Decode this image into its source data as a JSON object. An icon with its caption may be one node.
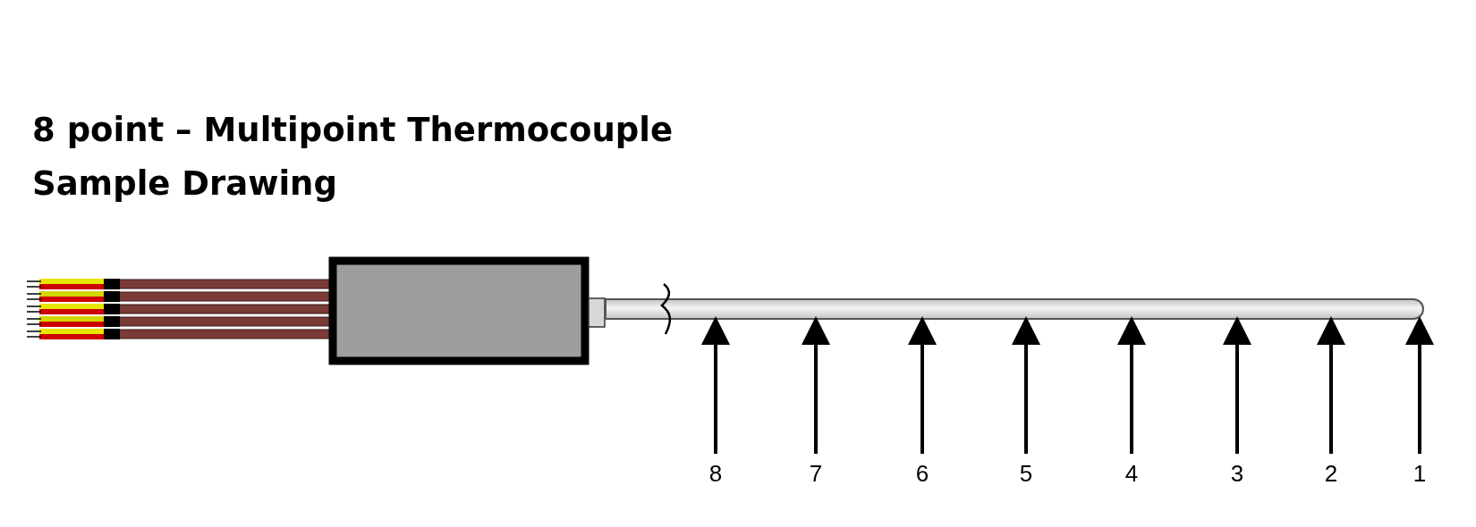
{
  "diagram": {
    "title": "8 point – Multipoint Thermocouple Sample Drawing",
    "nodes": [
      {
        "text": [],
        "shape": "bar"
      },
      {
        "text": [
          "8"
        ]
      },
      {
        "text": [
          "7"
        ]
      },
      {
        "text": [
          "6"
        ]
      },
      {
        "text": [
          "5"
        ]
      },
      {
        "text": [
          "4"
        ]
      },
      {
        "text": [
          "3"
        ]
      },
      {
        "text": [
          "2"
        ]
      },
      {
        "text": [
          "1"
        ]
      }
    ],
    "edges": [
      {
        "from": 1,
        "to": 0,
        "arrow": "to"
      },
      {
        "from": 2,
        "to": 0,
        "arrow": "to"
      },
      {
        "from": 3,
        "to": 0,
        "arrow": "to"
      },
      {
        "from": 4,
        "to": 0,
        "arrow": "to"
      },
      {
        "from": 5,
        "to": 0,
        "arrow": "to"
      },
      {
        "from": 6,
        "to": 0,
        "arrow": "to"
      },
      {
        "from": 7,
        "to": 0,
        "arrow": "to"
      },
      {
        "from": 8,
        "to": 0,
        "arrow": "to"
      }
    ]
  }
}
